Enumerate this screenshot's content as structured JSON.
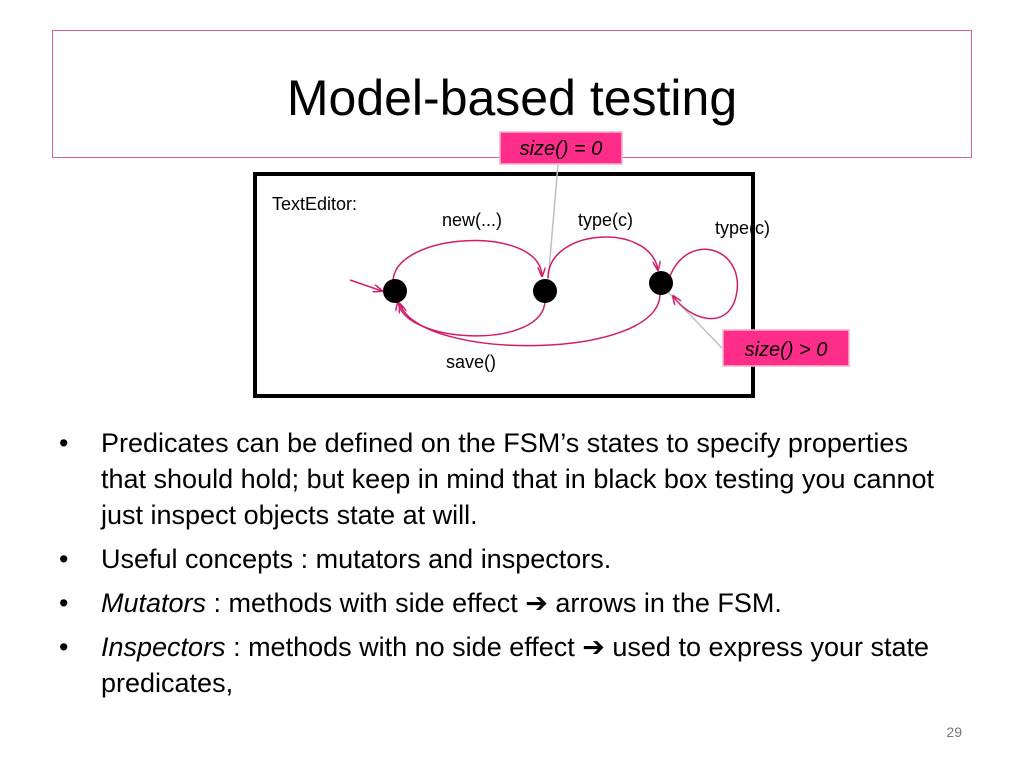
{
  "slide": {
    "title": "Model-based testing",
    "page_number": "29"
  },
  "diagram": {
    "frame_label": "TextEditor:",
    "transitions": {
      "new": "new(...)",
      "type1": "type(c)",
      "type_self": "type(c)",
      "save": "save()"
    },
    "predicates": {
      "empty": "size() = 0",
      "nonempty": "size() > 0"
    },
    "colors": {
      "accent": "#e0296e",
      "arrow": "#d21d6a",
      "predicate_box": "#ff2d8a",
      "title_border": "#e06096"
    }
  },
  "bullets": [
    {
      "text": "Predicates can be defined on the FSM’s states to specify properties that should hold; but keep in mind that in black box testing you cannot just inspect objects state at will."
    },
    {
      "text": "Useful concepts : mutators and inspectors."
    },
    {
      "term": "Mutators",
      "before": " : methods with side effect ",
      "arrow": "➔",
      "after": " arrows in the FSM."
    },
    {
      "term": "Inspectors",
      "before": " : methods with no side effect ",
      "arrow": "➔",
      "after": " used to express your state predicates,"
    }
  ]
}
